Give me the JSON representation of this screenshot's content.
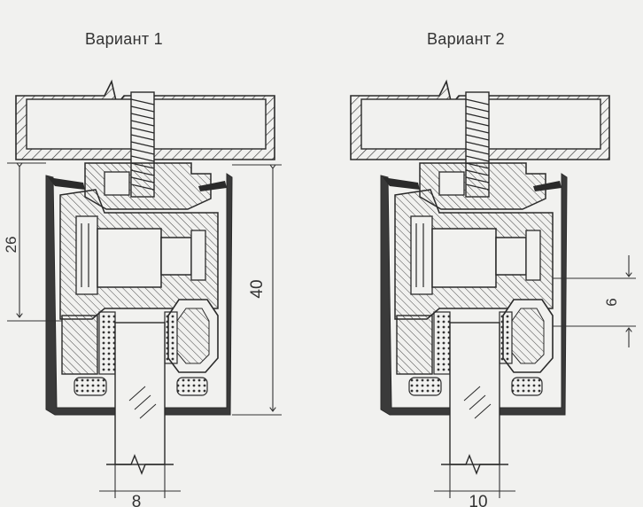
{
  "variants": [
    {
      "title": "Вариант 1",
      "dims": {
        "left_height": "26",
        "total_height": "40",
        "glass": "8"
      }
    },
    {
      "title": "Вариант 2",
      "dims": {
        "right_height": "6",
        "glass": "10"
      }
    }
  ],
  "colors": {
    "line": "#2a2a2a",
    "background": "#f1f1ef"
  }
}
